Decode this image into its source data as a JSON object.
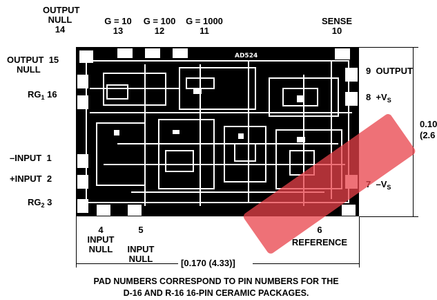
{
  "pads_top": [
    {
      "line1": "OUTPUT",
      "line2": "NULL",
      "num": "14"
    },
    {
      "label": "G = 10",
      "num": "13"
    },
    {
      "label": "G = 100",
      "num": "12"
    },
    {
      "label": "G = 1000",
      "num": "11"
    },
    {
      "label": "SENSE",
      "num": "10"
    }
  ],
  "pads_left": [
    {
      "line1": "OUTPUT",
      "line2": "NULL",
      "num": "15"
    },
    {
      "label": "RG",
      "sub": "1",
      "num": "16"
    },
    {
      "label": "–INPUT",
      "num": "1"
    },
    {
      "label": "+INPUT",
      "num": "2"
    },
    {
      "label": "RG",
      "sub": "2",
      "num": "3"
    }
  ],
  "pads_right": [
    {
      "num": "9",
      "label": "OUTPUT"
    },
    {
      "num": "8",
      "label": "+V",
      "sub": "S"
    },
    {
      "num": "7",
      "label": "–V",
      "sub": "S"
    }
  ],
  "pads_bottom": [
    {
      "num": "4",
      "line1": "INPUT",
      "line2": "NULL"
    },
    {
      "num": "5",
      "line1": "INPUT",
      "line2": "NULL"
    },
    {
      "num": "6",
      "label": "REFERENCE"
    }
  ],
  "dimensions": {
    "width": "0.170 (4.33)",
    "height_line1": "0.10",
    "height_line2": "(2.6"
  },
  "die_marking": "AD524",
  "footer": {
    "line1": "PAD NUMBERS CORRESPOND TO PIN NUMBERS FOR THE",
    "line2": "D-16 AND R-16 16-PIN CERAMIC PACKAGES."
  },
  "watermark_color": "#e8424a"
}
